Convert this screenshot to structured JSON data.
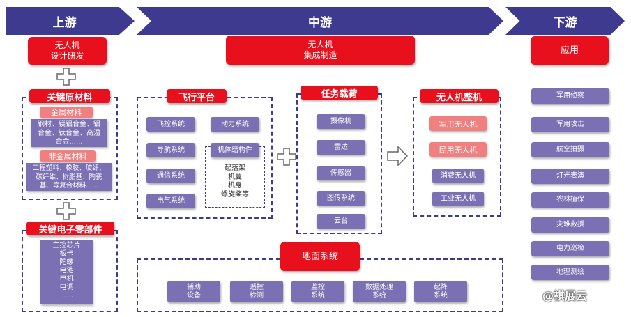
{
  "headers": {
    "upstream": "上游",
    "midstream": "中游",
    "downstream": "下游"
  },
  "upstream": {
    "rd": "无人机\n设计研发",
    "materials_title": "关键原材料",
    "metal_label": "金属材料",
    "metal_text": "钢材、镁铝合金、铝\n合金、钛合金、高温\n合金......",
    "nonmetal_label": "非金属材料",
    "nonmetal_text": "工程塑料、橡胶、玻纤、\n碳纤维、树脂基、陶瓷\n基、等复合材料......",
    "electronics_title": "关键电子零部件",
    "electronics_text": "主控芯片\n板卡\n陀螺\n电池\n电机\n电调\n......"
  },
  "midstream": {
    "integration": "无人机\n集成制造",
    "flight_platform": {
      "title": "飞行平台",
      "items": [
        "飞控系统",
        "导航系统",
        "通信系统",
        "电气系统",
        "动力系统",
        "机体结构件"
      ],
      "structure_parts": "起落架\n机翼\n机身\n螺旋桨等"
    },
    "payload": {
      "title": "任务载荷",
      "items": [
        "摄像机",
        "雷达",
        "传感器",
        "图传系统",
        "云台"
      ]
    },
    "whole": {
      "title": "无人机整机",
      "pink_items": [
        "军用无人机",
        "民用无人机"
      ],
      "items": [
        "消费无人机",
        "工业无人机"
      ]
    },
    "ground": {
      "title": "地面系统",
      "items": [
        "辅助\n设备",
        "遥控\n检测",
        "监控\n系统",
        "数据处理\n系统",
        "起降\n系统"
      ]
    }
  },
  "downstream": {
    "title": "应用",
    "items": [
      "军用侦察",
      "军用攻击",
      "航空拍摄",
      "灯光表演",
      "农林植保",
      "灾难救援",
      "电力巡检",
      "地理测绘"
    ]
  },
  "watermark": "@祺展云",
  "colors": {
    "banner": "#3d3a8f",
    "red": "#e8101d",
    "pill": "#7a70b3",
    "pink": "#f08080"
  }
}
